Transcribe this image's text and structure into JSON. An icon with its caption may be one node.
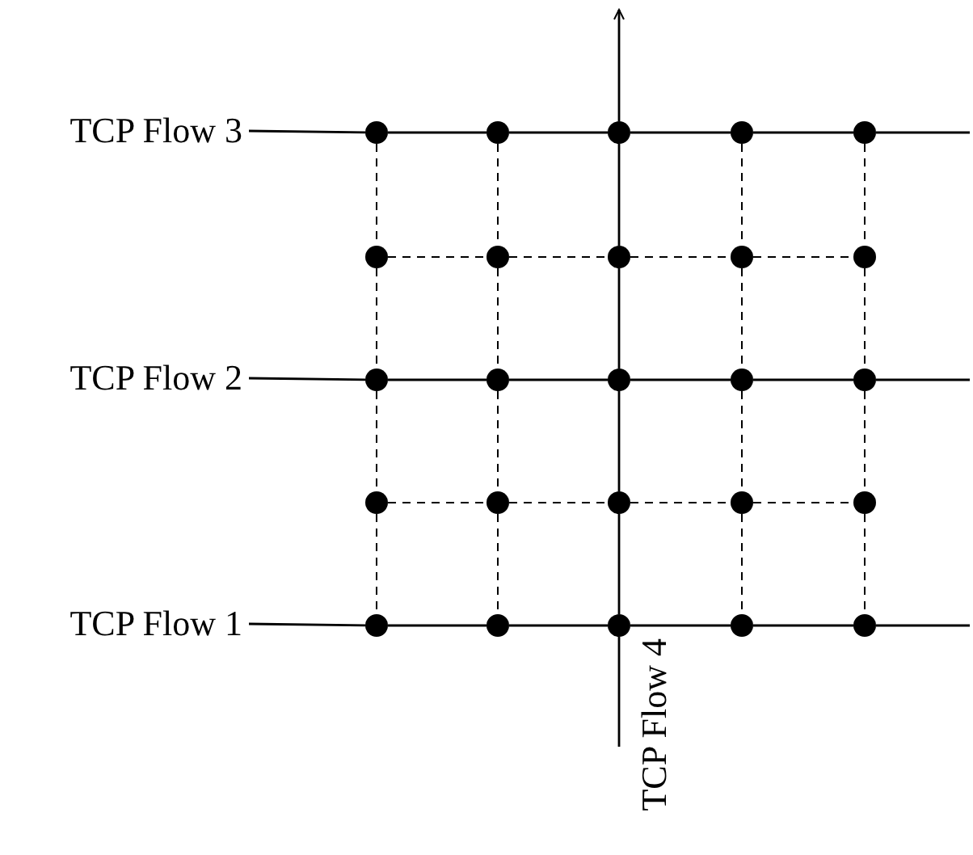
{
  "diagram": {
    "nodes": [
      {
        "text": [
          "TCP Flow 3"
        ]
      },
      {
        "text": [],
        "shape": "circle"
      },
      {
        "text": [],
        "shape": "circle"
      },
      {
        "text": [],
        "shape": "circle"
      },
      {
        "text": [],
        "shape": "circle"
      },
      {
        "text": [],
        "shape": "circle"
      },
      {
        "text": [],
        "shape": "circle"
      },
      {
        "text": [],
        "shape": "circle"
      },
      {
        "text": [],
        "shape": "circle"
      },
      {
        "text": [],
        "shape": "circle"
      },
      {
        "text": [],
        "shape": "circle"
      },
      {
        "text": [
          "TCP Flow 2"
        ]
      },
      {
        "text": [],
        "shape": "circle"
      },
      {
        "text": [],
        "shape": "circle"
      },
      {
        "text": [],
        "shape": "circle"
      },
      {
        "text": [],
        "shape": "circle"
      },
      {
        "text": [],
        "shape": "circle"
      },
      {
        "text": [],
        "shape": "circle"
      },
      {
        "text": [],
        "shape": "circle"
      },
      {
        "text": [],
        "shape": "circle"
      },
      {
        "text": [],
        "shape": "circle"
      },
      {
        "text": [],
        "shape": "circle"
      },
      {
        "text": [
          "TCP Flow 1"
        ]
      },
      {
        "text": [],
        "shape": "circle"
      },
      {
        "text": [],
        "shape": "circle"
      },
      {
        "text": [],
        "shape": "circle"
      },
      {
        "text": [],
        "shape": "circle"
      },
      {
        "text": [],
        "shape": "circle"
      }
    ],
    "edges": [
      {
        "from": 0,
        "to": 1,
        "arrow": "none"
      },
      {
        "from": 1,
        "to": 2,
        "arrow": "none"
      },
      {
        "from": 2,
        "to": 3,
        "arrow": "none"
      },
      {
        "from": 3,
        "to": 4,
        "arrow": "none"
      },
      {
        "from": 4,
        "to": 5,
        "arrow": "none"
      },
      {
        "from": 5,
        "to": null,
        "arrow": "none"
      },
      {
        "from": 6,
        "to": 7,
        "arrow": "none",
        "style": "dashed"
      },
      {
        "from": 7,
        "to": 8,
        "arrow": "none",
        "style": "dashed"
      },
      {
        "from": 8,
        "to": 9,
        "arrow": "none",
        "style": "dashed"
      },
      {
        "from": 9,
        "to": 10,
        "arrow": "none",
        "style": "dashed"
      },
      {
        "from": 11,
        "to": 12,
        "arrow": "none"
      },
      {
        "from": 12,
        "to": 13,
        "arrow": "none"
      },
      {
        "from": 13,
        "to": 14,
        "arrow": "none"
      },
      {
        "from": 14,
        "to": 15,
        "arrow": "none"
      },
      {
        "from": 15,
        "to": 16,
        "arrow": "none"
      },
      {
        "from": 16,
        "to": null,
        "arrow": "none"
      },
      {
        "from": 17,
        "to": 18,
        "arrow": "none",
        "style": "dashed"
      },
      {
        "from": 18,
        "to": 19,
        "arrow": "none",
        "style": "dashed"
      },
      {
        "from": 19,
        "to": 20,
        "arrow": "none",
        "style": "dashed"
      },
      {
        "from": 20,
        "to": 21,
        "arrow": "none",
        "style": "dashed"
      },
      {
        "from": 22,
        "to": 23,
        "arrow": "none"
      },
      {
        "from": 23,
        "to": 24,
        "arrow": "none"
      },
      {
        "from": 24,
        "to": 25,
        "arrow": "none"
      },
      {
        "from": 25,
        "to": 26,
        "arrow": "none"
      },
      {
        "from": 26,
        "to": 27,
        "arrow": "none"
      },
      {
        "from": 27,
        "to": null,
        "arrow": "none"
      },
      {
        "from": 1,
        "to": 6,
        "arrow": "none",
        "style": "dashed"
      },
      {
        "from": 6,
        "to": 12,
        "arrow": "none",
        "style": "dashed"
      },
      {
        "from": 12,
        "to": 17,
        "arrow": "none",
        "style": "dashed"
      },
      {
        "from": 17,
        "to": 23,
        "arrow": "none",
        "style": "dashed"
      },
      {
        "from": 2,
        "to": 7,
        "arrow": "none",
        "style": "dashed"
      },
      {
        "from": 7,
        "to": 13,
        "arrow": "none",
        "style": "dashed"
      },
      {
        "from": 13,
        "to": 18,
        "arrow": "none",
        "style": "dashed"
      },
      {
        "from": 18,
        "to": 24,
        "arrow": "none",
        "style": "dashed"
      },
      {
        "from": 3,
        "to": null,
        "arrow": "to"
      },
      {
        "from": 3,
        "to": 8,
        "arrow": "none"
      },
      {
        "from": 8,
        "to": 14,
        "arrow": "none"
      },
      {
        "from": 14,
        "to": 19,
        "arrow": "none"
      },
      {
        "from": 19,
        "to": 25,
        "arrow": "none"
      },
      {
        "from": null,
        "to": 25,
        "arrow": "none"
      },
      {
        "from": 4,
        "to": 9,
        "arrow": "none",
        "style": "dashed"
      },
      {
        "from": 9,
        "to": 15,
        "arrow": "none",
        "style": "dashed"
      },
      {
        "from": 15,
        "to": 20,
        "arrow": "none",
        "style": "dashed"
      },
      {
        "from": 20,
        "to": 26,
        "arrow": "none",
        "style": "dashed"
      },
      {
        "from": 5,
        "to": 10,
        "arrow": "none",
        "style": "dashed"
      },
      {
        "from": 10,
        "to": 16,
        "arrow": "none",
        "style": "dashed"
      },
      {
        "from": 16,
        "to": 21,
        "arrow": "none",
        "style": "dashed"
      },
      {
        "from": 21,
        "to": 27,
        "arrow": "none",
        "style": "dashed"
      }
    ],
    "labels": [
      "TCP Flow 4"
    ]
  }
}
